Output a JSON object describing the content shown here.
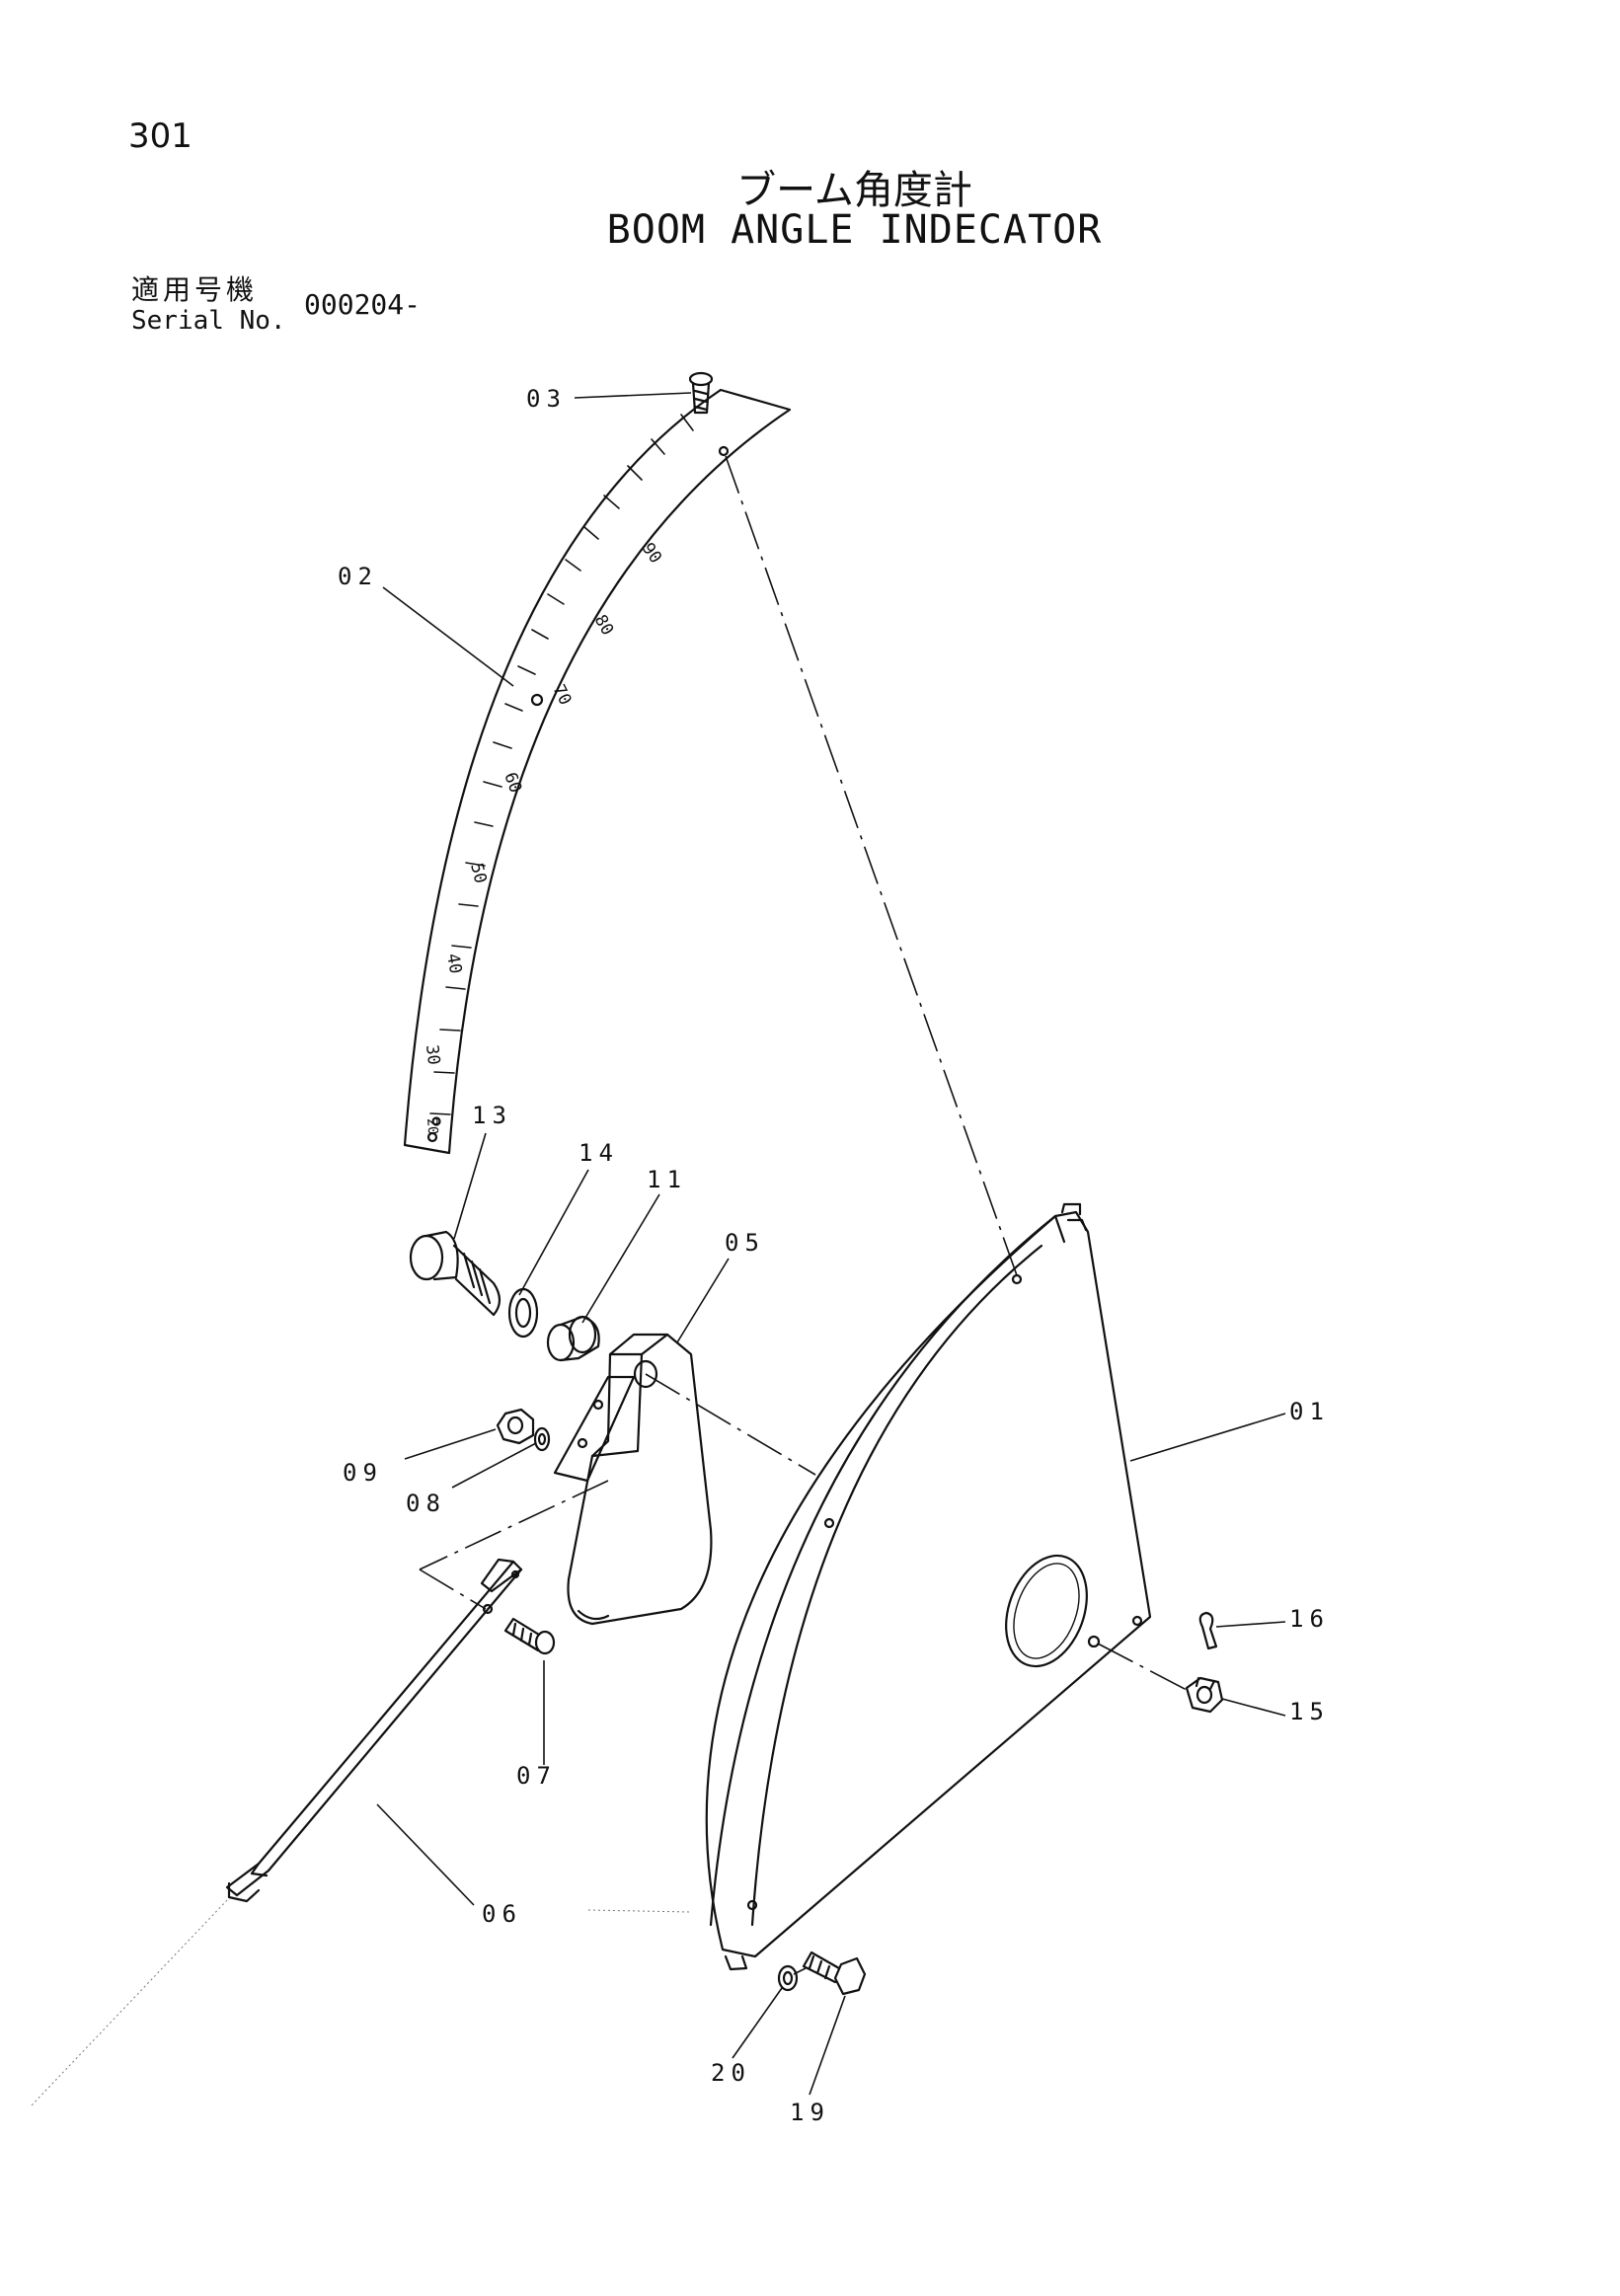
{
  "page_number": "301",
  "title_jp": "ブーム角度計",
  "title_en": "BOOM ANGLE INDECATOR",
  "serial": {
    "label_jp": "適用号機",
    "label_en": "Serial No.",
    "value": "000204-"
  },
  "scale_labels": [
    "90",
    "80",
    "70",
    "60",
    "50",
    "40",
    "30",
    "20"
  ],
  "callouts": {
    "c01": "01",
    "c02": "02",
    "c03": "03",
    "c05": "05",
    "c06": "06",
    "c07": "07",
    "c08": "08",
    "c09": "09",
    "c11": "11",
    "c13": "13",
    "c14": "14",
    "c15": "15",
    "c16": "16",
    "c19": "19",
    "c20": "20"
  }
}
